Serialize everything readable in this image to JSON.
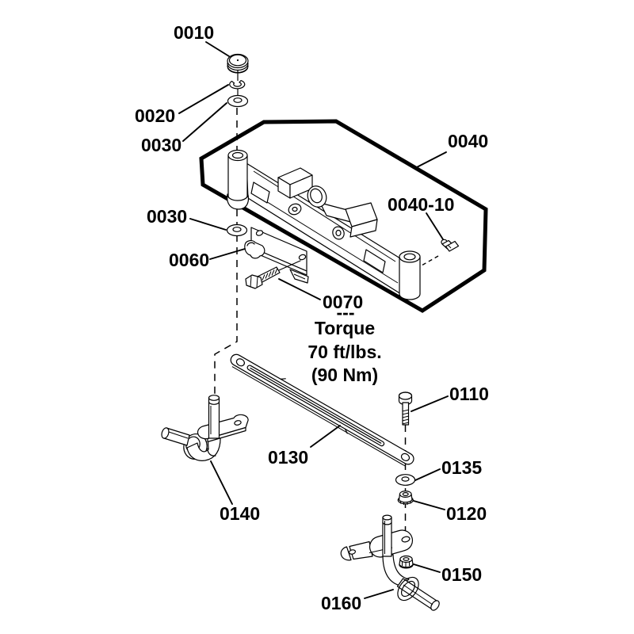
{
  "diagram": {
    "background_color": "#ffffff",
    "line_color": "#000000",
    "callouts": {
      "c0010": "0010",
      "c0020": "0020",
      "c0030_upper": "0030",
      "c0040": "0040",
      "c0040_10": "0040-10",
      "c0030_lower": "0030",
      "c0060": "0060",
      "c0070": "0070",
      "c0110": "0110",
      "c0130": "0130",
      "c0135": "0135",
      "c0140": "0140",
      "c0120": "0120",
      "c0150": "0150",
      "c0160": "0160"
    },
    "torque_note": {
      "separator": "---",
      "title": "Torque",
      "imperial": "70 ft/lbs.",
      "metric": "(90 Nm)"
    }
  }
}
